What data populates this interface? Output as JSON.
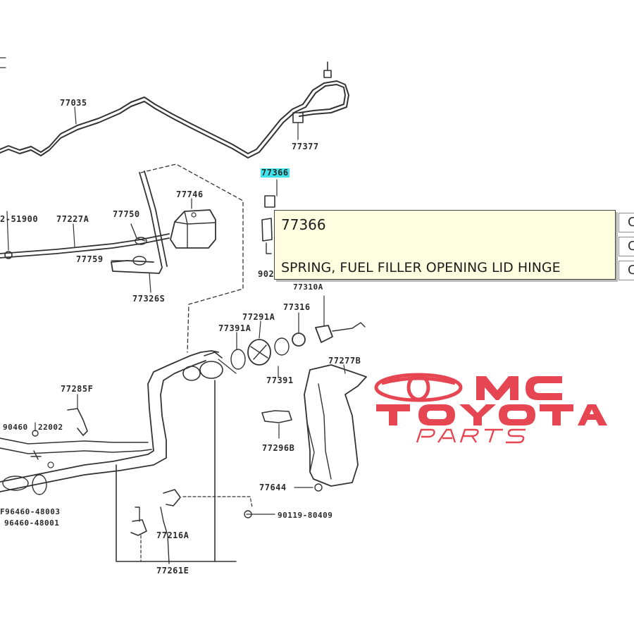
{
  "tooltip": {
    "code": "77366",
    "description": "SPRING, FUEL FILLER OPENING LID HINGE"
  },
  "grid_cells": [
    "C",
    "C",
    "C"
  ],
  "logo": {
    "mark": "OMC",
    "brand": "TOYOTA",
    "tagline": "PARTS",
    "color": "#e01e2c"
  },
  "highlight_color": "#3fe3ec",
  "parts": {
    "p77035": "77035",
    "p77377": "77377",
    "p77366": "77366",
    "p77746": "77746",
    "p77750": "77750",
    "p77227a": "77227A",
    "p77759": "77759",
    "p77326s": "77326S",
    "p51900": "2-51900",
    "p902": "902",
    "p77310a": "77310A",
    "p77316": "77316",
    "p77291a": "77291A",
    "p77391a": "77391A",
    "p77391": "77391",
    "p77277b": "77277B",
    "p77285f": "77285F",
    "p90460": "90460",
    "p22002": "22002",
    "p77296b": "77296B",
    "p77644": "77644",
    "p90119": "90119-80409",
    "p96460a": "F96460-48003",
    "p96460b": "96460-48001",
    "p77216a": "77216A",
    "p77261e": "77261E"
  }
}
